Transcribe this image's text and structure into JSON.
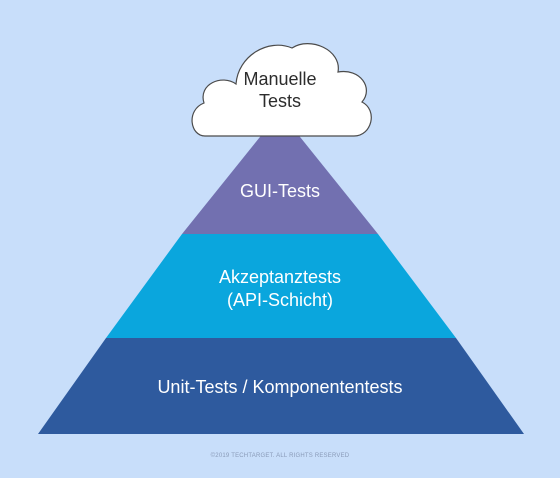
{
  "diagram": {
    "cloud": {
      "line1": "Manuelle",
      "line2": "Tests"
    },
    "layers": {
      "top": "GUI-Tests",
      "middle_line1": "Akzeptanztests",
      "middle_line2": "(API-Schicht)",
      "bottom": "Unit-Tests / Komponententests"
    },
    "colors": {
      "background": "#c8defa",
      "top_layer": "#7270b0",
      "middle_layer": "#0aa6dd",
      "bottom_layer": "#2e5a9e",
      "cloud": "#ffffff"
    }
  },
  "footer": {
    "copyright": "©2019 TECHTARGET. ALL RIGHTS RESERVED"
  }
}
